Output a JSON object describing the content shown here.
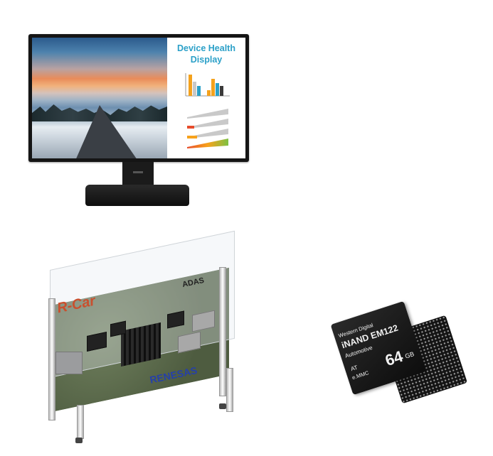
{
  "monitor": {
    "title": "Device Health Display",
    "title_line1": "Device Health",
    "title_line2": "Display",
    "bar_colors": [
      "#f4a21d",
      "#c8c8c8",
      "#2ba0c8",
      "#3a3a3a"
    ],
    "gauge_colors": [
      "#e74c2b",
      "#f7a21c",
      "#7dc142"
    ]
  },
  "board": {
    "brand": "R-Car",
    "label": "ADAS",
    "maker": "RENESAS"
  },
  "emmc_chip": {
    "brand": "Western Digital",
    "product": "iNAND EM122",
    "segment": "Automotive",
    "grade": "AT",
    "type": "e.MMC",
    "capacity": "64",
    "unit": "GB"
  }
}
